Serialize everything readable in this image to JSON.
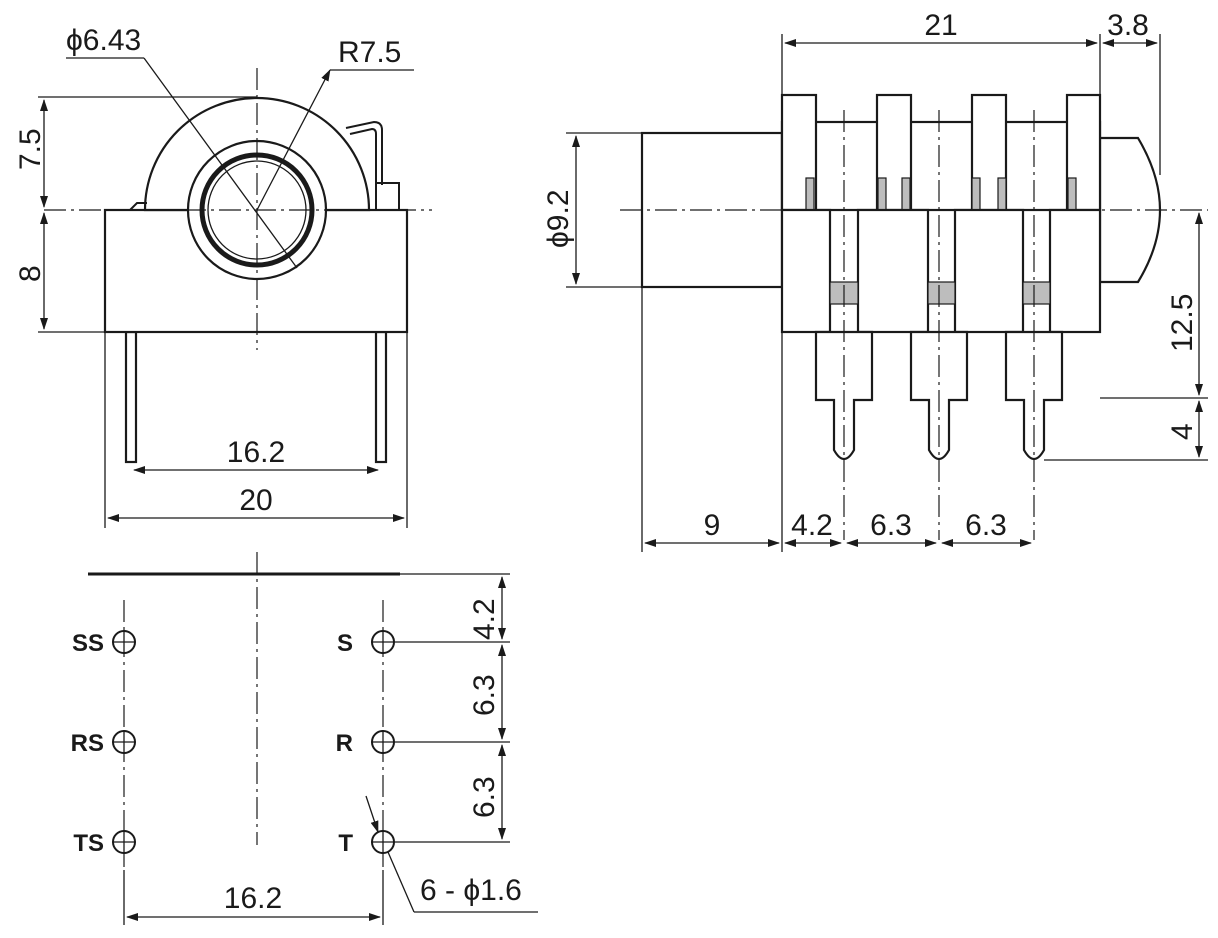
{
  "front_view": {
    "dims": {
      "hole_diameter": "ϕ6.43",
      "radius": "R7.5",
      "top_height": "7.5",
      "bottom_height": "8",
      "pin_spacing": "16.2",
      "body_width": "20"
    }
  },
  "side_view": {
    "dims": {
      "body_length": "21",
      "nose_length": "3.8",
      "sleeve_diameter": "ϕ9.2",
      "height": "12.5",
      "pin_length": "4",
      "sleeve_length": "9",
      "first_pin_offset": "4.2",
      "pin_pitch_1": "6.3",
      "pin_pitch_2": "6.3"
    }
  },
  "footprint": {
    "left_pins": [
      "SS",
      "RS",
      "TS"
    ],
    "right_pins": [
      "S",
      "R",
      "T"
    ],
    "dims": {
      "top_offset": "4.2",
      "pitch_1": "6.3",
      "pitch_2": "6.3",
      "row_spacing": "16.2",
      "hole_spec": "6 - ϕ1.6"
    }
  }
}
